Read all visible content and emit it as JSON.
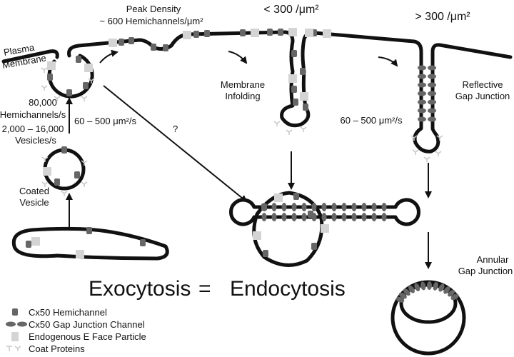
{
  "labels": {
    "plasma": "Plasma",
    "membrane": "Membrane",
    "peak_density": "Peak Density",
    "peak_value": "~ 600 Hemichannels/μm²",
    "low_density": "< 300 /μm²",
    "high_density": "> 300 /μm²",
    "infolding_1": "Membrane",
    "infolding_2": "Infolding",
    "reflective_1": "Reflective",
    "reflective_2": "Gap Junction",
    "rate_hemi_1": "80,000",
    "rate_hemi_2": "Hemichannels/s",
    "rate_ves_1": "2,000 – 16,000",
    "rate_ves_2": "Vesicles/s",
    "rate_area_left": "60 – 500 μm²/s",
    "question": "?",
    "rate_area_right": "60 – 500 μm²/s",
    "coated_1": "Coated",
    "coated_2": "Vesicle",
    "annular_1": "Annular",
    "annular_2": "Gap Junction",
    "exocytosis": "Exocytosis",
    "equals": "=",
    "endocytosis": "Endocytosis"
  },
  "legend": [
    {
      "icon": "hemichannel-icon",
      "label": "Cx50 Hemichannel"
    },
    {
      "icon": "gap-junction-channel-icon",
      "label": "Cx50 Gap Junction Channel"
    },
    {
      "icon": "e-face-particle-icon",
      "label": "Endogenous E Face Particle"
    },
    {
      "icon": "coat-protein-icon",
      "label": "Coat Proteins"
    }
  ],
  "colors": {
    "membrane": "#111111",
    "hemichannel": "#666666",
    "particle": "#d4d4d4",
    "coat": "#c8c8c8"
  }
}
